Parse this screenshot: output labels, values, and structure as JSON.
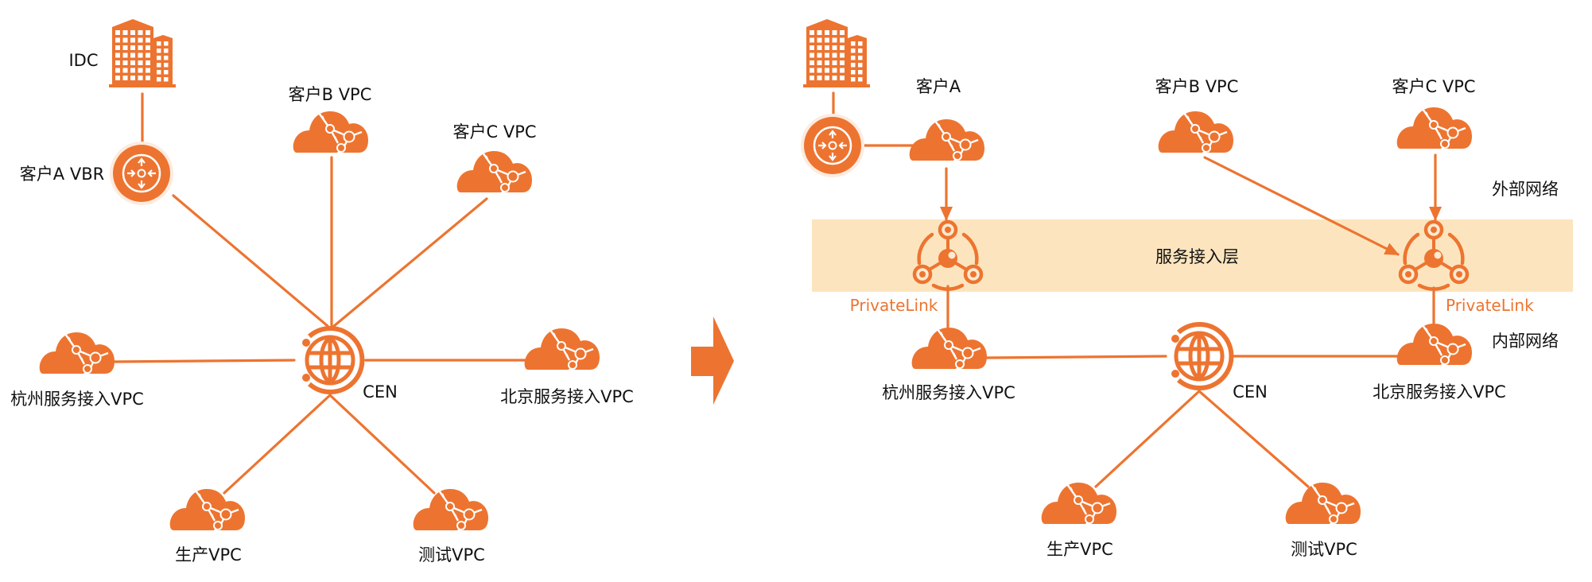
{
  "colors": {
    "accent": "#ED7430",
    "accent_dark": "#E35A25",
    "band": "#FCE5BE",
    "text": "#111111",
    "white": "#FFFFFF"
  },
  "before": {
    "title": "current-topology",
    "nodes": {
      "idc": {
        "label": "IDC",
        "icon": "building-icon"
      },
      "vbr": {
        "label": "客户A VBR",
        "icon": "router-icon"
      },
      "cust_b": {
        "label": "客户B VPC",
        "icon": "cloud-vpc-icon"
      },
      "cust_c": {
        "label": "客户C VPC",
        "icon": "cloud-vpc-icon"
      },
      "cen": {
        "label": "CEN",
        "icon": "cen-globe-icon"
      },
      "hz": {
        "label": "杭州服务接入VPC",
        "icon": "cloud-vpc-icon"
      },
      "bj": {
        "label": "北京服务接入VPC",
        "icon": "cloud-vpc-icon"
      },
      "prod": {
        "label": "生产VPC",
        "icon": "cloud-vpc-icon"
      },
      "test": {
        "label": "测试VPC",
        "icon": "cloud-vpc-icon"
      }
    }
  },
  "transition_arrow": {
    "icon": "arrow-right-icon"
  },
  "after": {
    "band_label": "服务接入层",
    "external_label": "外部网络",
    "internal_label": "内部网络",
    "nodes": {
      "idc": {
        "icon": "building-icon"
      },
      "vbr": {
        "icon": "router-icon"
      },
      "cust_a": {
        "label": "客户A",
        "icon": "cloud-vpc-icon"
      },
      "cust_b": {
        "label": "客户B VPC",
        "icon": "cloud-vpc-icon"
      },
      "cust_c": {
        "label": "客户C VPC",
        "icon": "cloud-vpc-icon"
      },
      "pl_left": {
        "label": "PrivateLink",
        "icon": "privatelink-icon"
      },
      "pl_right": {
        "label": "PrivateLink",
        "icon": "privatelink-icon"
      },
      "hz": {
        "label": "杭州服务接入VPC",
        "icon": "cloud-vpc-icon"
      },
      "bj": {
        "label": "北京服务接入VPC",
        "icon": "cloud-vpc-icon"
      },
      "cen": {
        "label": "CEN",
        "icon": "cen-globe-icon"
      },
      "prod": {
        "label": "生产VPC",
        "icon": "cloud-vpc-icon"
      },
      "test": {
        "label": "测试VPC",
        "icon": "cloud-vpc-icon"
      }
    }
  }
}
